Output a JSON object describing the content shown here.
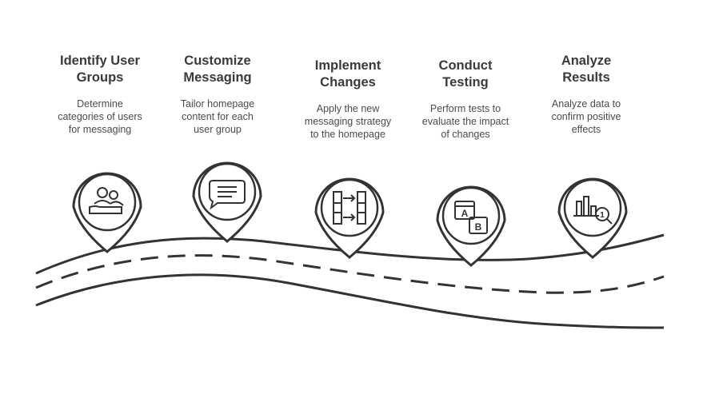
{
  "steps": [
    {
      "title_line1": "Identify User",
      "title_line2": "Groups",
      "desc_line1": "Determine",
      "desc_line2": "categories of users",
      "desc_line3": "for messaging",
      "icon": "users-icon"
    },
    {
      "title_line1": "Customize",
      "title_line2": "Messaging",
      "desc_line1": "Tailor homepage",
      "desc_line2": "content for each",
      "desc_line3": "user group",
      "icon": "chat-message-icon"
    },
    {
      "title_line1": "Implement",
      "title_line2": "Changes",
      "desc_line1": "Apply the new",
      "desc_line2": "messaging strategy",
      "desc_line3": "to the homepage",
      "icon": "flow-arrows-icon"
    },
    {
      "title_line1": "Conduct",
      "title_line2": "Testing",
      "desc_line1": "Perform tests to",
      "desc_line2": "evaluate the impact",
      "desc_line3": "of changes",
      "icon": "ab-test-icon"
    },
    {
      "title_line1": "Analyze",
      "title_line2": "Results",
      "desc_line1": "Analyze data to",
      "desc_line2": "confirm positive",
      "desc_line3": "effects",
      "icon": "chart-magnifier-icon"
    }
  ],
  "colors": {
    "stroke": "#333333",
    "text": "#3a3a3a",
    "background": "#ffffff"
  }
}
